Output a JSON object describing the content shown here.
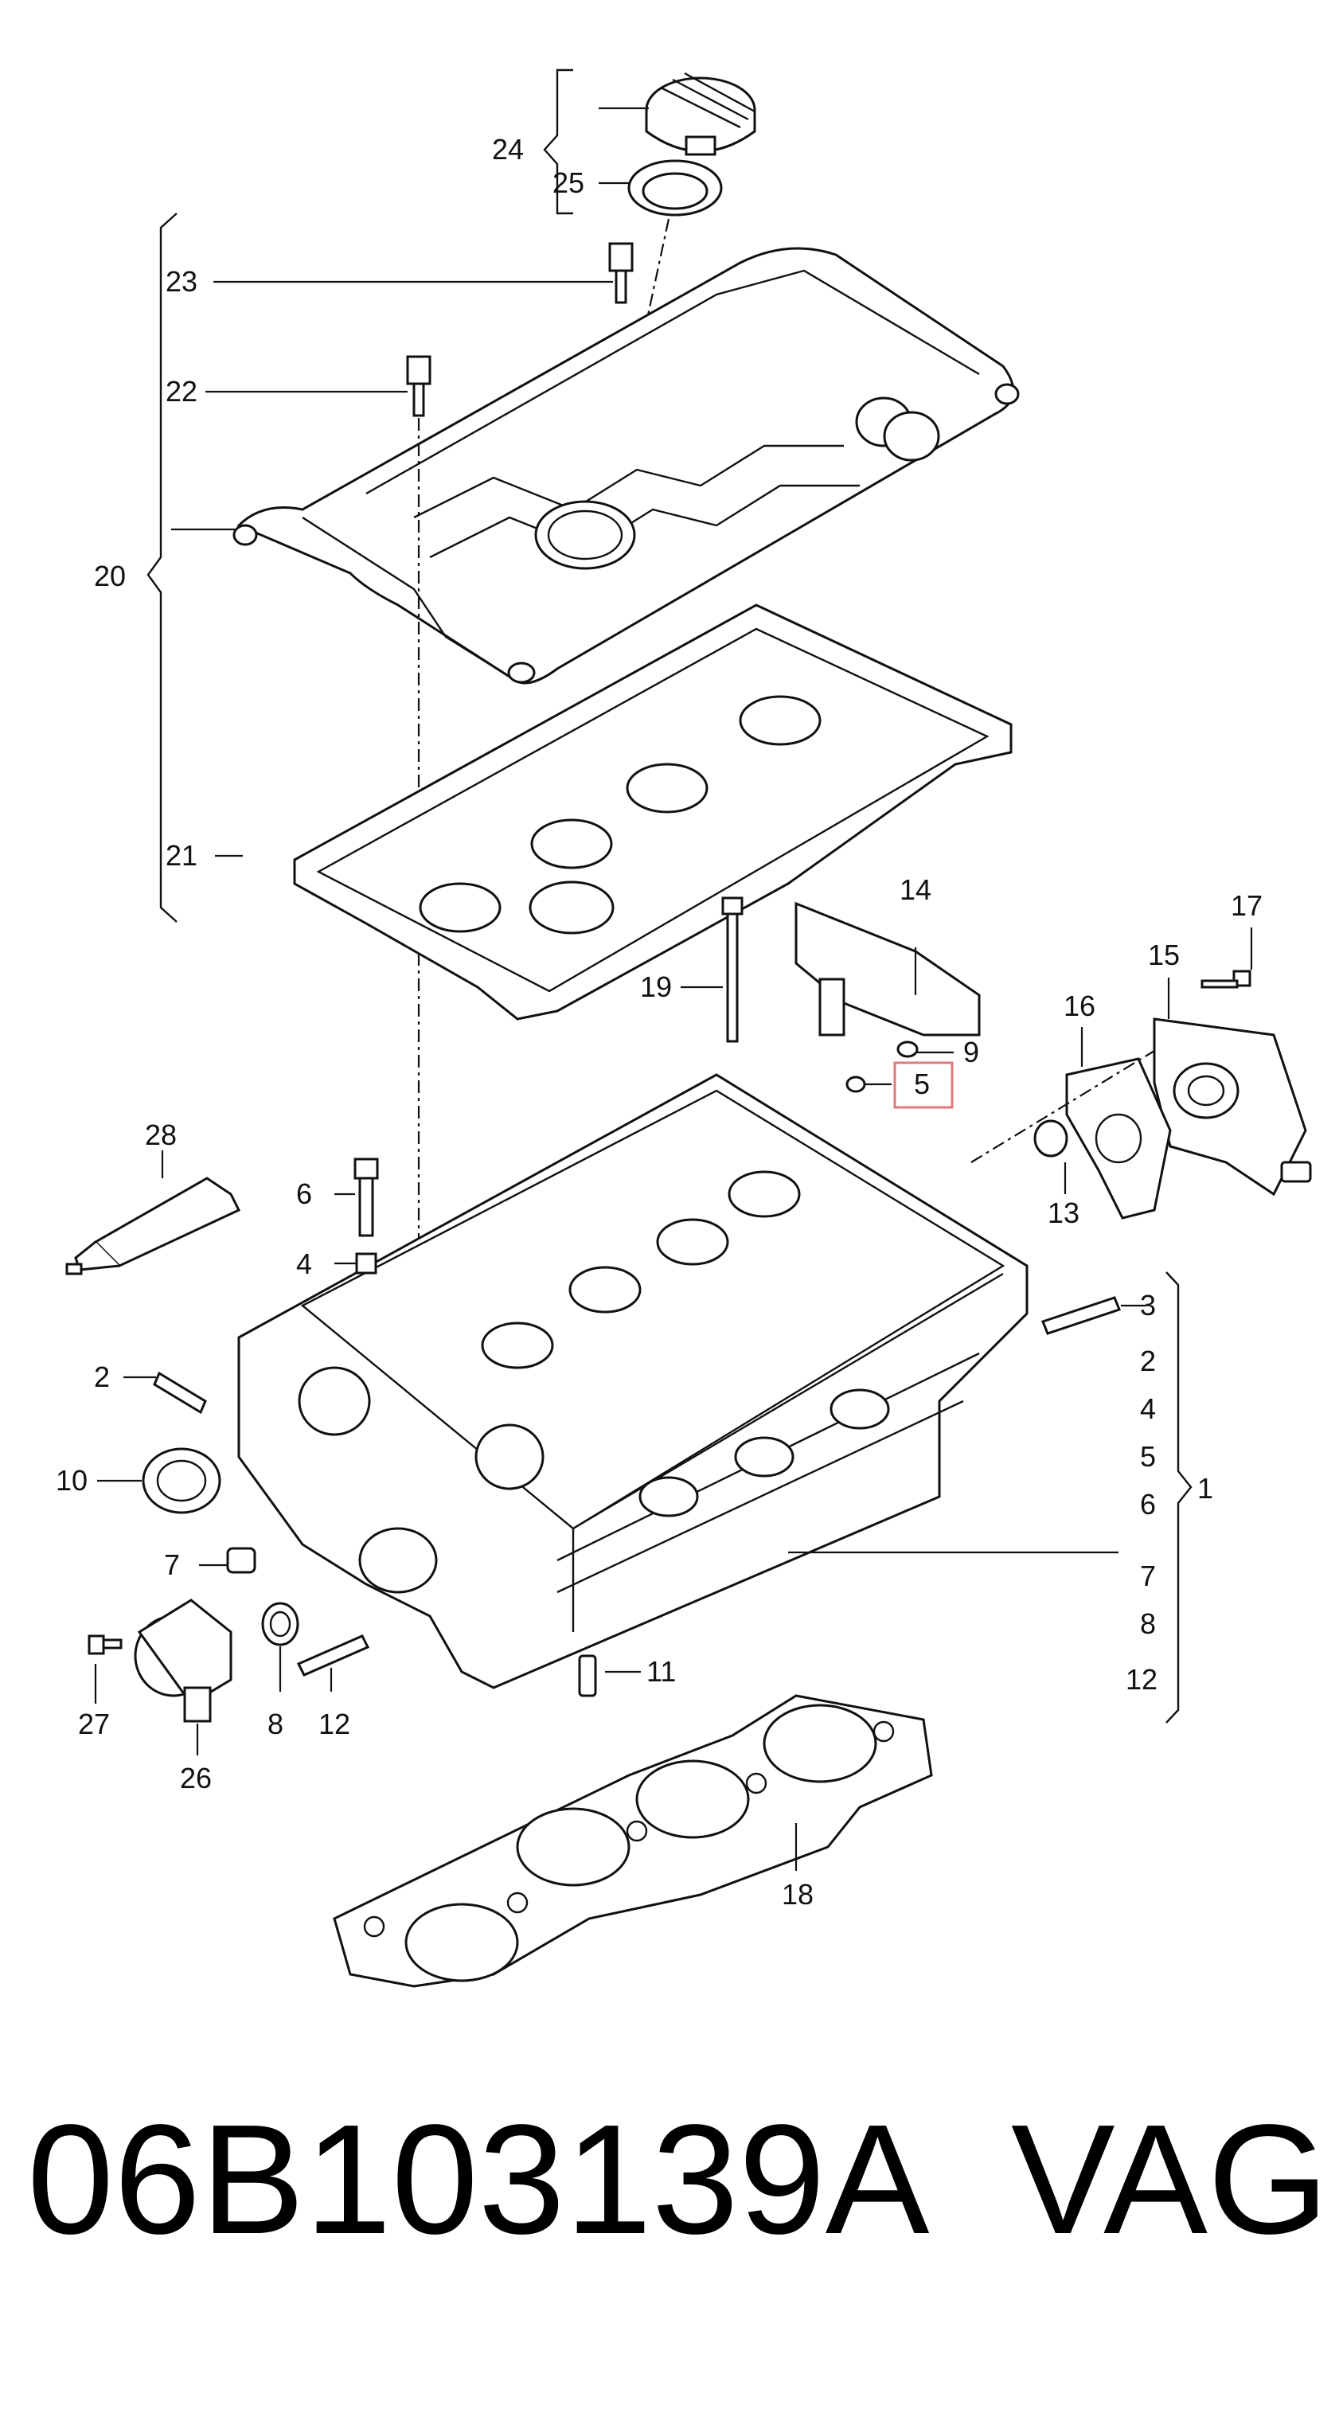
{
  "callouts": {
    "c1": "1",
    "c2": "2",
    "c3": "3",
    "c4": "4",
    "c5": "5",
    "c6": "6",
    "c7": "7",
    "c8": "8",
    "c9": "9",
    "c10": "10",
    "c11": "11",
    "c12": "12",
    "c13": "13",
    "c14": "14",
    "c15": "15",
    "c16": "16",
    "c17": "17",
    "c18": "18",
    "c19": "19",
    "c20": "20",
    "c21": "21",
    "c22": "22",
    "c23": "23",
    "c24": "24",
    "c25": "25",
    "c26": "26",
    "c27": "27",
    "c28": "28"
  },
  "group1_list": [
    "3",
    "2",
    "4",
    "5",
    "6",
    "7",
    "8",
    "12"
  ],
  "highlight_color": "#e07a7a",
  "footer": {
    "part_number": "06B103139A",
    "brand": "VAG"
  }
}
